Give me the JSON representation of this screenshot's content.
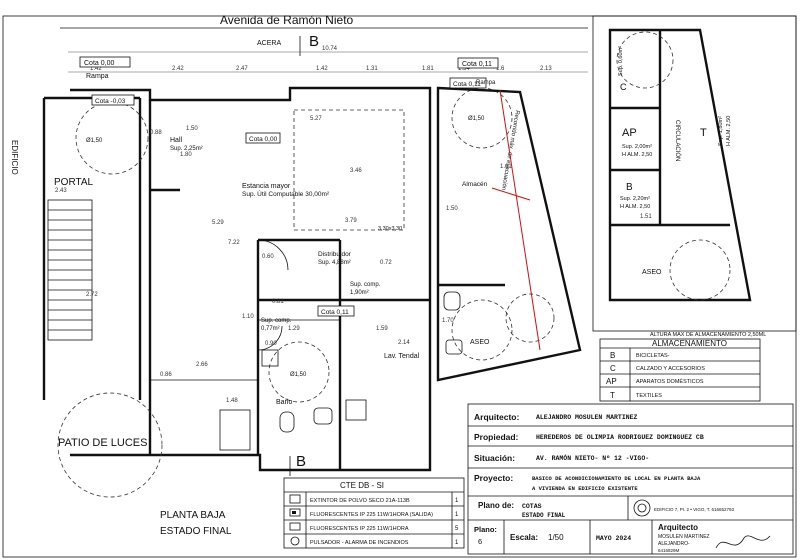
{
  "top": {
    "street": "Avenida de Ramón Nieto",
    "section_mark": "B",
    "acera": "ACERA",
    "left_side": "EDIFICIO"
  },
  "dimensions": {
    "total_width": "10.74",
    "segments": [
      "1.42",
      "2.42",
      "2.47",
      "1.42",
      "1.31",
      "1.81",
      "1.54",
      "1.6",
      "2.13"
    ],
    "left_a": "2.43",
    "left_b": "2.72",
    "left_c": "2.66",
    "left_d": "0.86",
    "mid_a": "5.27",
    "mid_b": "3.46",
    "mid_c": "5.29",
    "mid_d": "7.22",
    "mid_e": "3.79",
    "hall_a": "0.88",
    "hall_b": "1.50",
    "hall_c": "1.80",
    "right_a": "1.50",
    "right_b": "1.61",
    "right_c": "1.51",
    "small_a": "0.60",
    "small_b": "0.81",
    "small_c": "1.29",
    "small_d": "1.59",
    "small_e": "2.14",
    "small_f": "1.48",
    "small_g": "0.72",
    "small_h": "0.90",
    "small_i": "1.10",
    "small_j": "1.70"
  },
  "levels": {
    "cota_top": "Cota 0,00",
    "cota_portal": "Cota -0,03",
    "cota_main": "Cota 0,00",
    "cota_right": "Cota 0,11",
    "cota_right2": "Cota 0,11",
    "cota_bath": "Cota 0,11",
    "rampa": "Rampa",
    "rampa2": "Rampa"
  },
  "rooms": {
    "portal": "PORTAL",
    "hall": "Hall",
    "hall_area": "Sup. 2,25m²",
    "estancia": "Estancia mayor",
    "estancia_area": "Sup. Útil Computable 30,00m²",
    "estancia_dim": "3,30x3,30",
    "distribuidor": "Distribuidor",
    "distribuidor_area": "Sup. 4,88m²",
    "comp1_area": "Sup. comp.",
    "comp1_val": "1,90m²",
    "comp2_area": "Sup. comp.",
    "comp2_val": "0,77m²",
    "lav": "Lav. Tendal",
    "bano": "Baño",
    "almacen": "Almacén",
    "aseo": "ASEO",
    "recorrido": "Recorrido máx. de evacuación",
    "patio": "PATIO DE LUCES",
    "planta": "PLANTA BAJA",
    "estado": "ESTADO FINAL",
    "circle_diam": "Ø1,50"
  },
  "inset": {
    "c_label": "C",
    "c_area": "Sup. 0,60m²",
    "ap_label": "AP",
    "ap_area": "Sup. 2,00m²",
    "ap_h": "H ALM. 2,50",
    "b_label": "B",
    "b_area": "Sup. 2,20m²",
    "b_h": "H ALM. 2,50",
    "t_label": "T",
    "t_area": "Sup. 1,80m²",
    "t_h": "H ALM. 2,50",
    "circulacion": "CIRCULACIÓN",
    "aseo": "ASEO",
    "altura_max": "ALTURA MAX DE ALMACENAMIENTO 2,50ML",
    "almacenamiento": "ALMACENAMIENTO"
  },
  "legend": [
    {
      "code": "B",
      "desc": "BICICLETAS-"
    },
    {
      "code": "C",
      "desc": "CALZADO Y ACCESORIOS"
    },
    {
      "code": "AP",
      "desc": "APARATOS DOMÉSTICOS"
    },
    {
      "code": "T",
      "desc": "TEXTILES"
    }
  ],
  "cte": {
    "title": "CTE DB - SI",
    "rows": [
      {
        "desc": "EXTINTOR DE POLVO SECO  21A-113B",
        "count": "1"
      },
      {
        "desc": "FLUORESCENTES IP 225  11W/1HORA (SALIDA)",
        "count": "1"
      },
      {
        "desc": "FLUORESCENTES IP 225  11W/1HORA",
        "count": "5"
      },
      {
        "desc": "PULSADOR - ALARMA DE INCENDIOS",
        "count": "1"
      }
    ]
  },
  "cartouche": {
    "arquitecto_label": "Arquitecto:",
    "arquitecto": "ALEJANDRO MOSULEN MARTINEZ",
    "propiedad_label": "Propiedad:",
    "propiedad": "HEREDEROS DE OLIMPIA RODRIGUEZ DOMINGUEZ CB",
    "situacion_label": "Situación:",
    "situacion": "AV. RAMÓN NIETO- Nº 12 -VIGO-",
    "proyecto_label": "Proyecto:",
    "proyecto_1": "BASICO DE ACONDICIONAMIENTO DE LOCAL EN PLANTA BAJA",
    "proyecto_2": "A VIVIENDA EN EDIFICIO EXISTENTE",
    "plano_label": "Plano de:",
    "plano_1": "COTAS",
    "plano_2": "ESTADO FINAL",
    "address": "EDIFICIO 7, PI. 2 • VIGO, T. 616652793",
    "num_label": "Plano:",
    "num": "6",
    "escala_label": "Escala:",
    "escala": "1/50",
    "fecha": "MAYO 2024",
    "arq2_label": "Arquitecto",
    "arq2_name": "MOSULEN MARTINEZ",
    "arq2_first": "ALEJANDRO-",
    "arq2_num": "6416829M"
  }
}
